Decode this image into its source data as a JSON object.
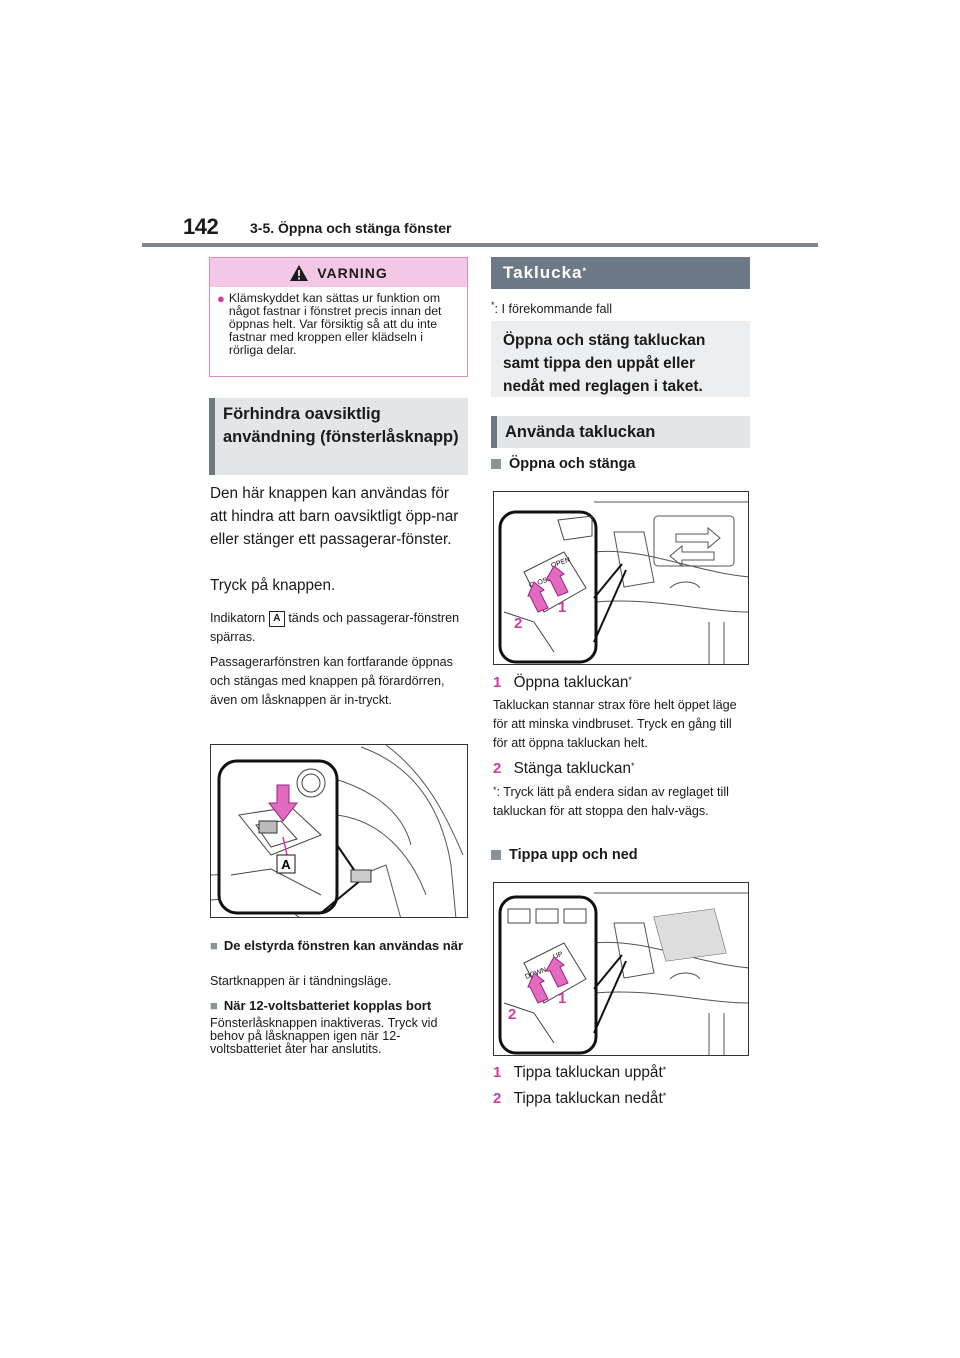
{
  "header": {
    "page_number": "142",
    "chapter": "3-5. Öppna och stänga fönster"
  },
  "warning": {
    "title": "VARNING",
    "text": "Klämskyddet kan sättas ur funktion om något fastnar i fönstret precis innan det öppnas helt. Var försiktig så att du inte fastnar med kroppen eller klädseln i rörliga delar."
  },
  "left": {
    "section_title": "Förhindra oavsiktlig användning (fönsterlåsknapp)",
    "para1": "Den här knappen kan användas för att hindra att barn oavsiktligt öpp-nar eller stänger ett passagerar-fönster.",
    "para2": "Tryck på knappen.",
    "indicator_pre": "Indikatorn",
    "indicator_label": "A",
    "indicator_post": "tänds och passagerar-fönstren spärras.",
    "para3": "Passagerarfönstren kan fortfarande öppnas och stängas med knappen på förardörren, även om låsknappen är in-tryckt.",
    "figure_label": "A",
    "sub1_title": "De elstyrda fönstren kan användas när",
    "sub1_text": "Startknappen är i tändningsläge.",
    "sub2_title": "När 12-voltsbatteriet kopplas bort",
    "sub2_text": "Fönsterlåsknappen inaktiveras. Tryck vid behov på låsknappen igen när 12-voltsbatteriet åter har anslutits."
  },
  "right": {
    "section_title": "Taklucka",
    "section_sup": "*",
    "footnote_mark": "*",
    "footnote": ": I förekommande fall",
    "info": "Öppna och stäng takluckan samt tippa den uppåt eller nedåt med reglagen i taket.",
    "use_title": "Använda takluckan",
    "open_close_title": "Öppna och stänga",
    "fig1_label_open": "OPEN",
    "fig1_label_close": "CLOSE",
    "fig_num1": "1",
    "fig_num2": "2",
    "item1_num": "1",
    "item1_text": "Öppna takluckan",
    "item1_sup": "*",
    "item1_desc": "Takluckan stannar strax före helt öppet läge för att minska vindbruset. Tryck en gång till för att öppna takluckan helt.",
    "item2_num": "2",
    "item2_text": "Stänga takluckan",
    "item2_sup": "*",
    "item2_note_mark": "*",
    "item2_note": ": Tryck lätt på endera sidan av reglaget till takluckan för att stoppa den halv-vägs.",
    "tilt_title": "Tippa upp och ned",
    "fig2_label_up": "UP",
    "fig2_label_down": "DOWN",
    "tilt1_num": "1",
    "tilt1_text": "Tippa takluckan uppåt",
    "tilt1_sup": "*",
    "tilt2_num": "2",
    "tilt2_text": "Tippa takluckan nedåt",
    "tilt2_sup": "*"
  },
  "colors": {
    "accent_pink": "#d43aa6",
    "header_gray": "#6d7a86",
    "warning_bg": "#f3c7e6"
  }
}
